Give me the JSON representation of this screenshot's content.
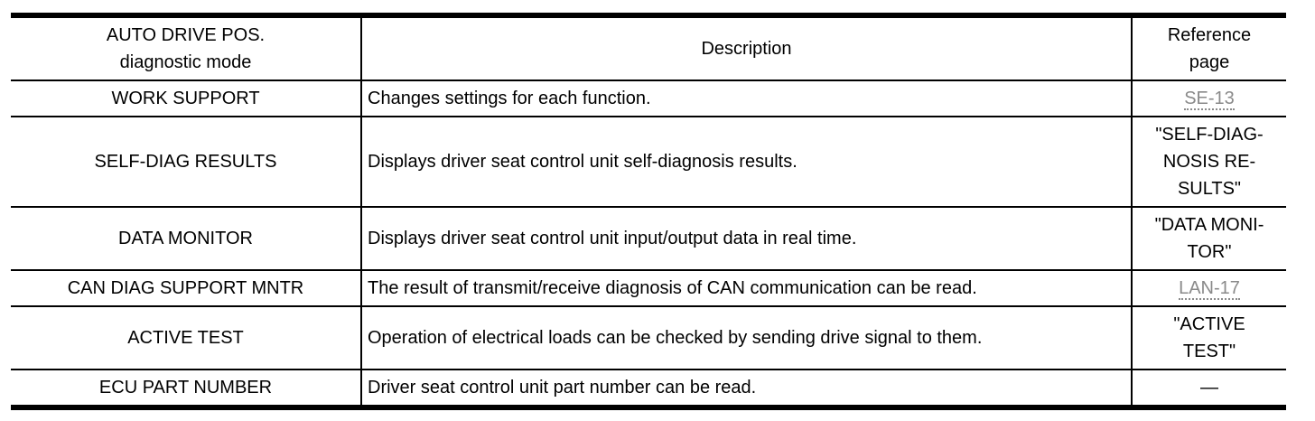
{
  "table": {
    "header": {
      "mode": "AUTO DRIVE POS.\ndiagnostic mode",
      "description": "Description",
      "reference": "Reference\npage"
    },
    "rows": [
      {
        "mode": "WORK SUPPORT",
        "description": "Changes settings for each function.",
        "reference": "SE-13",
        "reference_is_link": true
      },
      {
        "mode": "SELF-DIAG RESULTS",
        "description": "Displays driver seat control unit self-diagnosis results.",
        "reference": "\"SELF-DIAG-\nNOSIS RE-\nSULTS\"",
        "reference_is_link": false
      },
      {
        "mode": "DATA MONITOR",
        "description": "Displays driver seat control unit input/output data in real time.",
        "reference": "\"DATA MONI-\nTOR\"",
        "reference_is_link": false
      },
      {
        "mode": "CAN DIAG SUPPORT MNTR",
        "description": "The result of transmit/receive diagnosis of CAN communication can be read.",
        "reference": "LAN-17",
        "reference_is_link": true
      },
      {
        "mode": "ACTIVE TEST",
        "description": "Operation of electrical loads can be checked by sending drive signal to them.",
        "reference": "\"ACTIVE\nTEST\"",
        "reference_is_link": false
      },
      {
        "mode": "ECU PART NUMBER",
        "description": "Driver seat control unit part number can be read.",
        "reference": "—",
        "reference_is_link": false
      }
    ],
    "colors": {
      "text": "#000000",
      "border": "#000000",
      "link": "#8a8a8a",
      "background": "#ffffff"
    }
  }
}
